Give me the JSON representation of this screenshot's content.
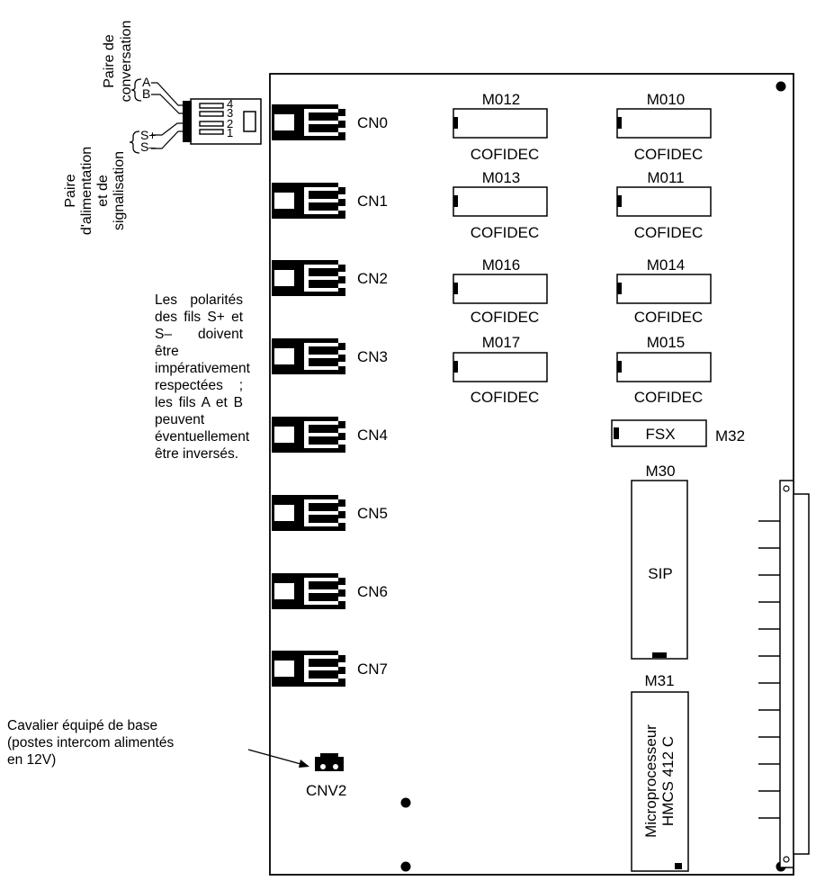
{
  "connectors": [
    {
      "id": "cn0",
      "label": "CN0"
    },
    {
      "id": "cn1",
      "label": "CN1"
    },
    {
      "id": "cn2",
      "label": "CN2"
    },
    {
      "id": "cn3",
      "label": "CN3"
    },
    {
      "id": "cn4",
      "label": "CN4"
    },
    {
      "id": "cn5",
      "label": "CN5"
    },
    {
      "id": "cn6",
      "label": "CN6"
    },
    {
      "id": "cn7",
      "label": "CN7"
    }
  ],
  "chips": {
    "m012": {
      "ref": "M012",
      "caption": "COFIDEC"
    },
    "m010": {
      "ref": "M010",
      "caption": "COFIDEC"
    },
    "m013": {
      "ref": "M013",
      "caption": "COFIDEC"
    },
    "m011": {
      "ref": "M011",
      "caption": "COFIDEC"
    },
    "m016": {
      "ref": "M016",
      "caption": "COFIDEC"
    },
    "m014": {
      "ref": "M014",
      "caption": "COFIDEC"
    },
    "m017": {
      "ref": "M017",
      "caption": "COFIDEC"
    },
    "m015": {
      "ref": "M015",
      "caption": "COFIDEC"
    },
    "fsx": {
      "ref": "M32",
      "inner": "FSX"
    },
    "sip": {
      "ref": "M30",
      "inner": "SIP"
    },
    "mcu": {
      "ref": "M31",
      "inner_line1": "Microprocesseur",
      "inner_line2": "HMCS 412 C"
    }
  },
  "jumper": {
    "label": "CNV2"
  },
  "plug": {
    "conversation_pair_line1": "Paire de",
    "conversation_pair_line2": "conversation",
    "power_pair_line1": "Paire",
    "power_pair_line2": "d'alimentation",
    "power_pair_line3": "et de",
    "power_pair_line4": "signalisation",
    "wire_a": "A",
    "wire_b": "B",
    "wire_s_plus": "S+",
    "wire_s_minus": "S–",
    "pin_4": "4",
    "pin_3": "3",
    "pin_2": "2",
    "pin_1": "1"
  },
  "notes": {
    "polarity": "Les polarités des fils S+ et S– doivent être impérativement respectées ; les fils A et B peuvent éventuellement être inversés.",
    "jumper_line1": "Cavalier équipé de base",
    "jumper_line2": "(postes intercom alimentés",
    "jumper_line3": "en 12V)"
  }
}
